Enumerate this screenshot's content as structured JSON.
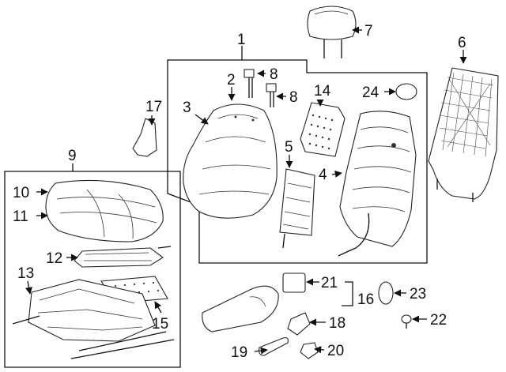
{
  "callouts": {
    "c1": "1",
    "c2": "2",
    "c3": "3",
    "c4": "4",
    "c5": "5",
    "c6": "6",
    "c7": "7",
    "c8a": "8",
    "c8b": "8",
    "c9": "9",
    "c10": "10",
    "c11": "11",
    "c12": "12",
    "c13": "13",
    "c14": "14",
    "c15": "15",
    "c16": "16",
    "c17": "17",
    "c18": "18",
    "c19": "19",
    "c20": "20",
    "c21": "21",
    "c22": "22",
    "c23": "23",
    "c24": "24"
  },
  "colors": {
    "ink": "#111111",
    "background": "#ffffff"
  }
}
